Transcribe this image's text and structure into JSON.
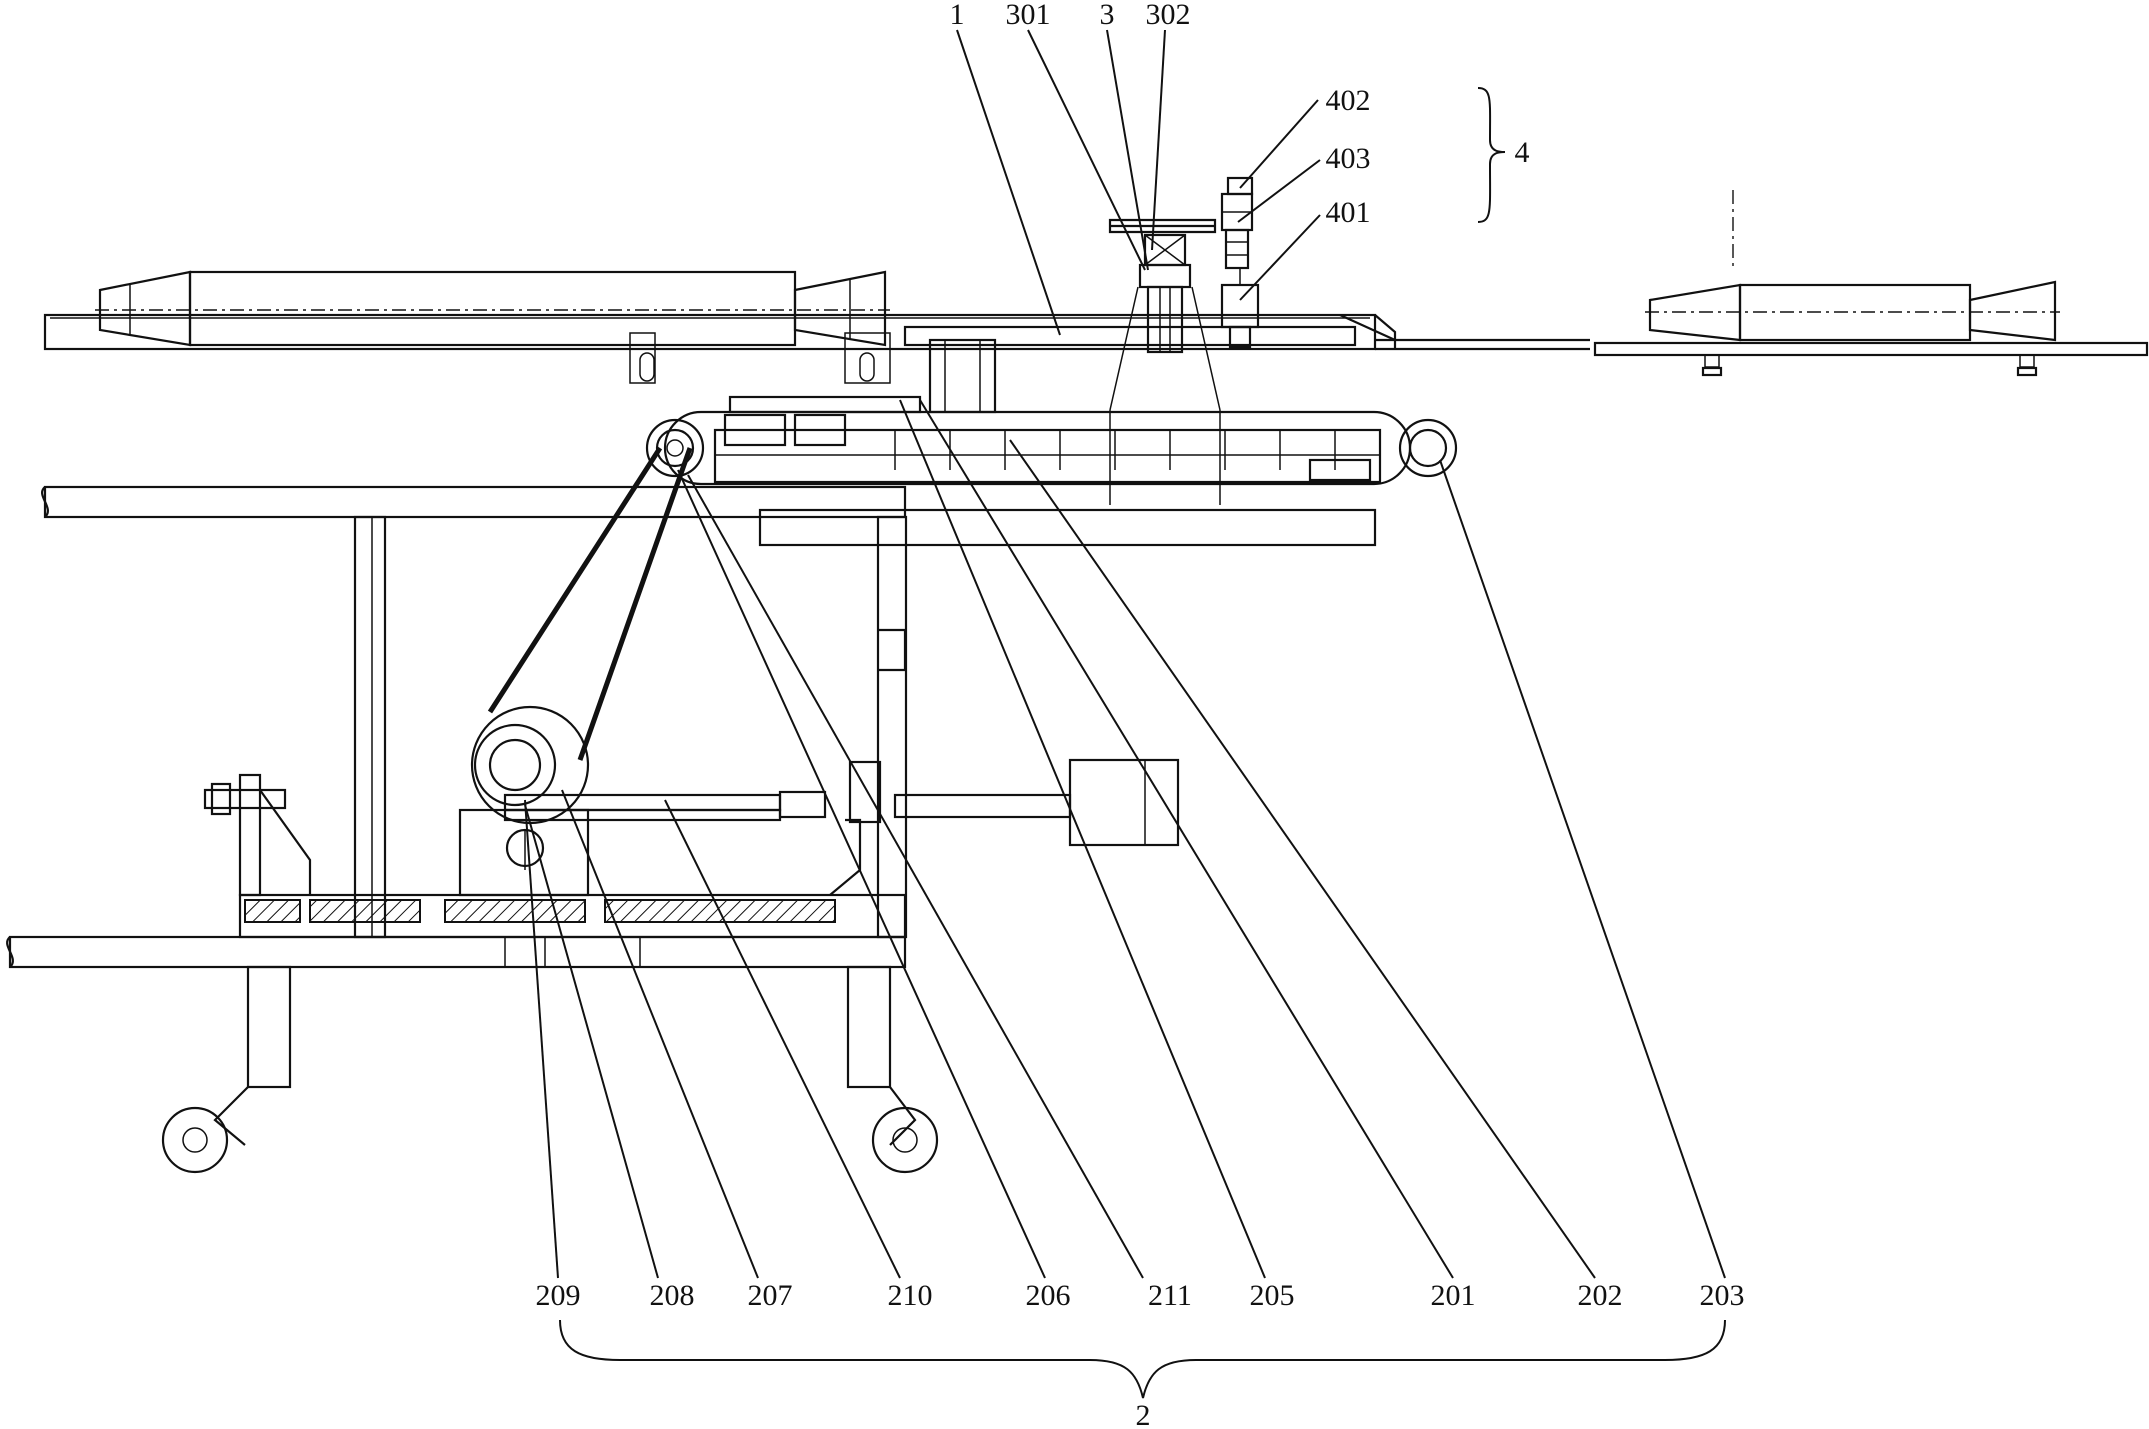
{
  "labels": {
    "l1": "1",
    "l301": "301",
    "l3": "3",
    "l302": "302",
    "l402": "402",
    "l403": "403",
    "l401": "401",
    "l4": "4",
    "l209": "209",
    "l208": "208",
    "l207": "207",
    "l210": "210",
    "l206": "206",
    "l211": "211",
    "l205": "205",
    "l201": "201",
    "l202": "202",
    "l203": "203",
    "l2": "2"
  },
  "colors": {
    "ink": "#111111",
    "paper": "#ffffff"
  }
}
